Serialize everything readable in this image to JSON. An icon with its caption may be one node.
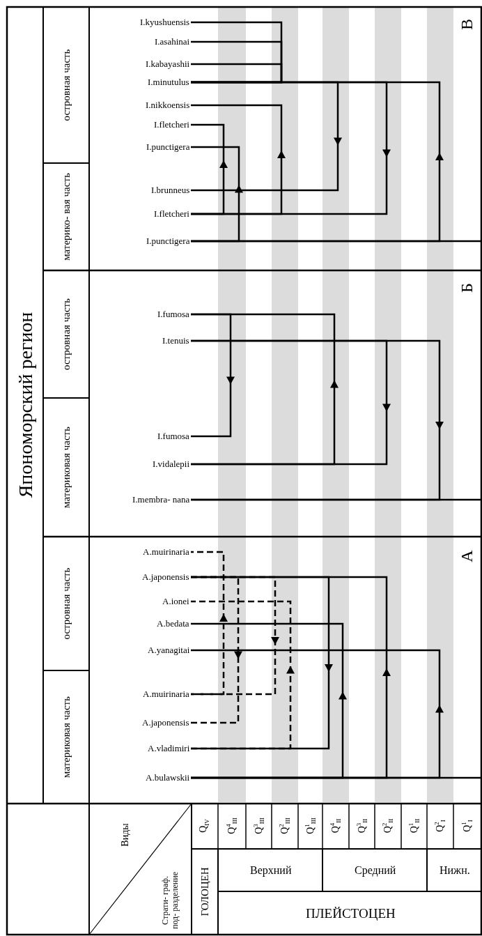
{
  "diagram": {
    "title": "Япономорский регион",
    "nodes": [
      {
        "text": [
          "материковая часть"
        ]
      },
      {
        "text": [
          "островная часть"
        ]
      },
      {
        "text": [
          "материковая часть"
        ]
      },
      {
        "text": [
          "островная часть"
        ]
      },
      {
        "text": [
          "материко- вая часть"
        ]
      },
      {
        "text": [
          "островная часть"
        ]
      },
      {
        "text": [
          "A.bulawskii"
        ]
      },
      {
        "text": [
          "A.vladimiri"
        ]
      },
      {
        "text": [
          "A.japonensis"
        ]
      },
      {
        "text": [
          "A.muirinaria"
        ]
      },
      {
        "text": [
          "A.yanagitai"
        ]
      },
      {
        "text": [
          "A.bedata"
        ]
      },
      {
        "text": [
          "A.ionei"
        ]
      },
      {
        "text": [
          "A.japonensis"
        ]
      },
      {
        "text": [
          "A.muirinaria"
        ]
      },
      {
        "text": [
          "I.membra- nana"
        ]
      },
      {
        "text": [
          "I.vidalepii"
        ]
      },
      {
        "text": [
          "I.fumosa"
        ]
      },
      {
        "text": [
          "I.tenuis"
        ]
      },
      {
        "text": [
          "I.fumosa"
        ]
      },
      {
        "text": [
          "I.punctigera"
        ]
      },
      {
        "text": [
          "I.fletcheri"
        ]
      },
      {
        "text": [
          "I.brunneus"
        ]
      },
      {
        "text": [
          "I.punctigera"
        ]
      },
      {
        "text": [
          "I.fletcheri"
        ]
      },
      {
        "text": [
          "I.nikkoensis"
        ]
      },
      {
        "text": [
          "I.minutulus"
        ]
      },
      {
        "text": [
          "I.kabayashii"
        ]
      },
      {
        "text": [
          "I.asahinai"
        ]
      },
      {
        "text": [
          "I.kyushuensis"
        ]
      }
    ],
    "edges": [
      {
        "from": 6,
        "to": 10,
        "arrow": "to"
      },
      {
        "from": 6,
        "to": 13,
        "arrow": "to"
      },
      {
        "from": 6,
        "to": 11,
        "arrow": "to"
      },
      {
        "from": 13,
        "to": 7,
        "arrow": "to"
      },
      {
        "from": 7,
        "to": 12,
        "arrow": "to",
        "style": "dashed"
      },
      {
        "from": 13,
        "to": 9,
        "arrow": "to",
        "style": "dashed"
      },
      {
        "from": 13,
        "to": 8,
        "arrow": "to",
        "style": "dashed"
      },
      {
        "from": 9,
        "to": 14,
        "arrow": "to",
        "style": "dashed"
      },
      {
        "from": 18,
        "to": 15,
        "arrow": "to"
      },
      {
        "from": 18,
        "to": 16,
        "arrow": "to"
      },
      {
        "from": 16,
        "to": 19,
        "arrow": "to"
      },
      {
        "from": 19,
        "to": 17,
        "arrow": "to"
      },
      {
        "from": 20,
        "to": 26,
        "arrow": "to"
      },
      {
        "from": 20,
        "to": 23,
        "arrow": "to"
      },
      {
        "from": 26,
        "to": 21,
        "arrow": "to"
      },
      {
        "from": 21,
        "to": 25,
        "arrow": "to"
      },
      {
        "from": 21,
        "to": 24,
        "arrow": "to"
      },
      {
        "from": 26,
        "to": 22,
        "arrow": "to"
      },
      {
        "from": 26,
        "to": 27,
        "arrow": "none"
      },
      {
        "from": 26,
        "to": 28,
        "arrow": "none"
      },
      {
        "from": 26,
        "to": 29,
        "arrow": "none"
      }
    ],
    "labels": [
      "Виды",
      "Страти- граф. под- разделение",
      "ГОЛОЦЕН",
      "ПЛЕЙСТОЦЕН",
      "Верхний",
      "Средний",
      "Нижн.",
      "Q$_{IV}$",
      "Q$^{4}$$_{III}$",
      "Q$^{3}$$_{III}$",
      "Q$^{2}$$_{III}$",
      "Q$^{1}$$_{III}$",
      "Q$^{4}$$_{II}$",
      "Q$^{3}$$_{II}$",
      "Q$^{2}$$_{II}$",
      "Q$^{1}$$_{II}$",
      "Q$^{2}$$_{I}$",
      "Q$^{1}$$_{I}$",
      "А",
      "Б",
      "В"
    ]
  }
}
